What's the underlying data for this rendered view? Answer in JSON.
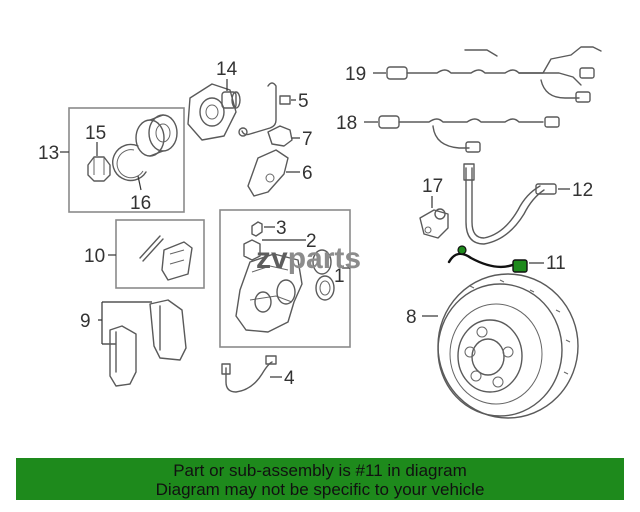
{
  "logo": {
    "text_a": "zv",
    "text_b": "parts"
  },
  "callouts": [
    "1",
    "2",
    "3",
    "4",
    "5",
    "6",
    "7",
    "8",
    "9",
    "10",
    "11",
    "12",
    "13",
    "14",
    "15",
    "16",
    "17",
    "18",
    "19"
  ],
  "banner": {
    "line1": "Part or sub-assembly is #11 in diagram",
    "line2": "Diagram may not be specific to your vehicle"
  },
  "colors": {
    "banner_bg": "#1e8a1c",
    "highlight_part": "#1e8a1c"
  }
}
